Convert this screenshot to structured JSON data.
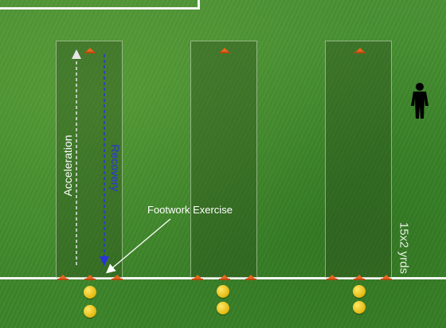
{
  "labels": {
    "acceleration": "Acceleration",
    "recovery": "Recovery",
    "exercise": "Footwork Exercise",
    "area_size": "15x2 yrds"
  },
  "colors": {
    "grass": "#3f8a2c",
    "lane_fill": "rgba(40,70,25,0.35)",
    "lines": "#f4f6f2",
    "cone": "#e8651c",
    "ball": "#f2c81c",
    "acceleration_arrow": "#e6e6e6",
    "recovery_arrow": "#2a33d9",
    "player": "#000000"
  },
  "lanes": [
    {
      "id": "lane-1",
      "far_cones": 1,
      "near_cones": 3,
      "balls": 2
    },
    {
      "id": "lane-2",
      "far_cones": 1,
      "near_cones": 3,
      "balls": 2
    },
    {
      "id": "lane-3",
      "far_cones": 1,
      "near_cones": 3,
      "balls": 2
    }
  ],
  "icons": {
    "player": "player-icon",
    "cone": "cone-icon",
    "ball": "ball-icon"
  }
}
